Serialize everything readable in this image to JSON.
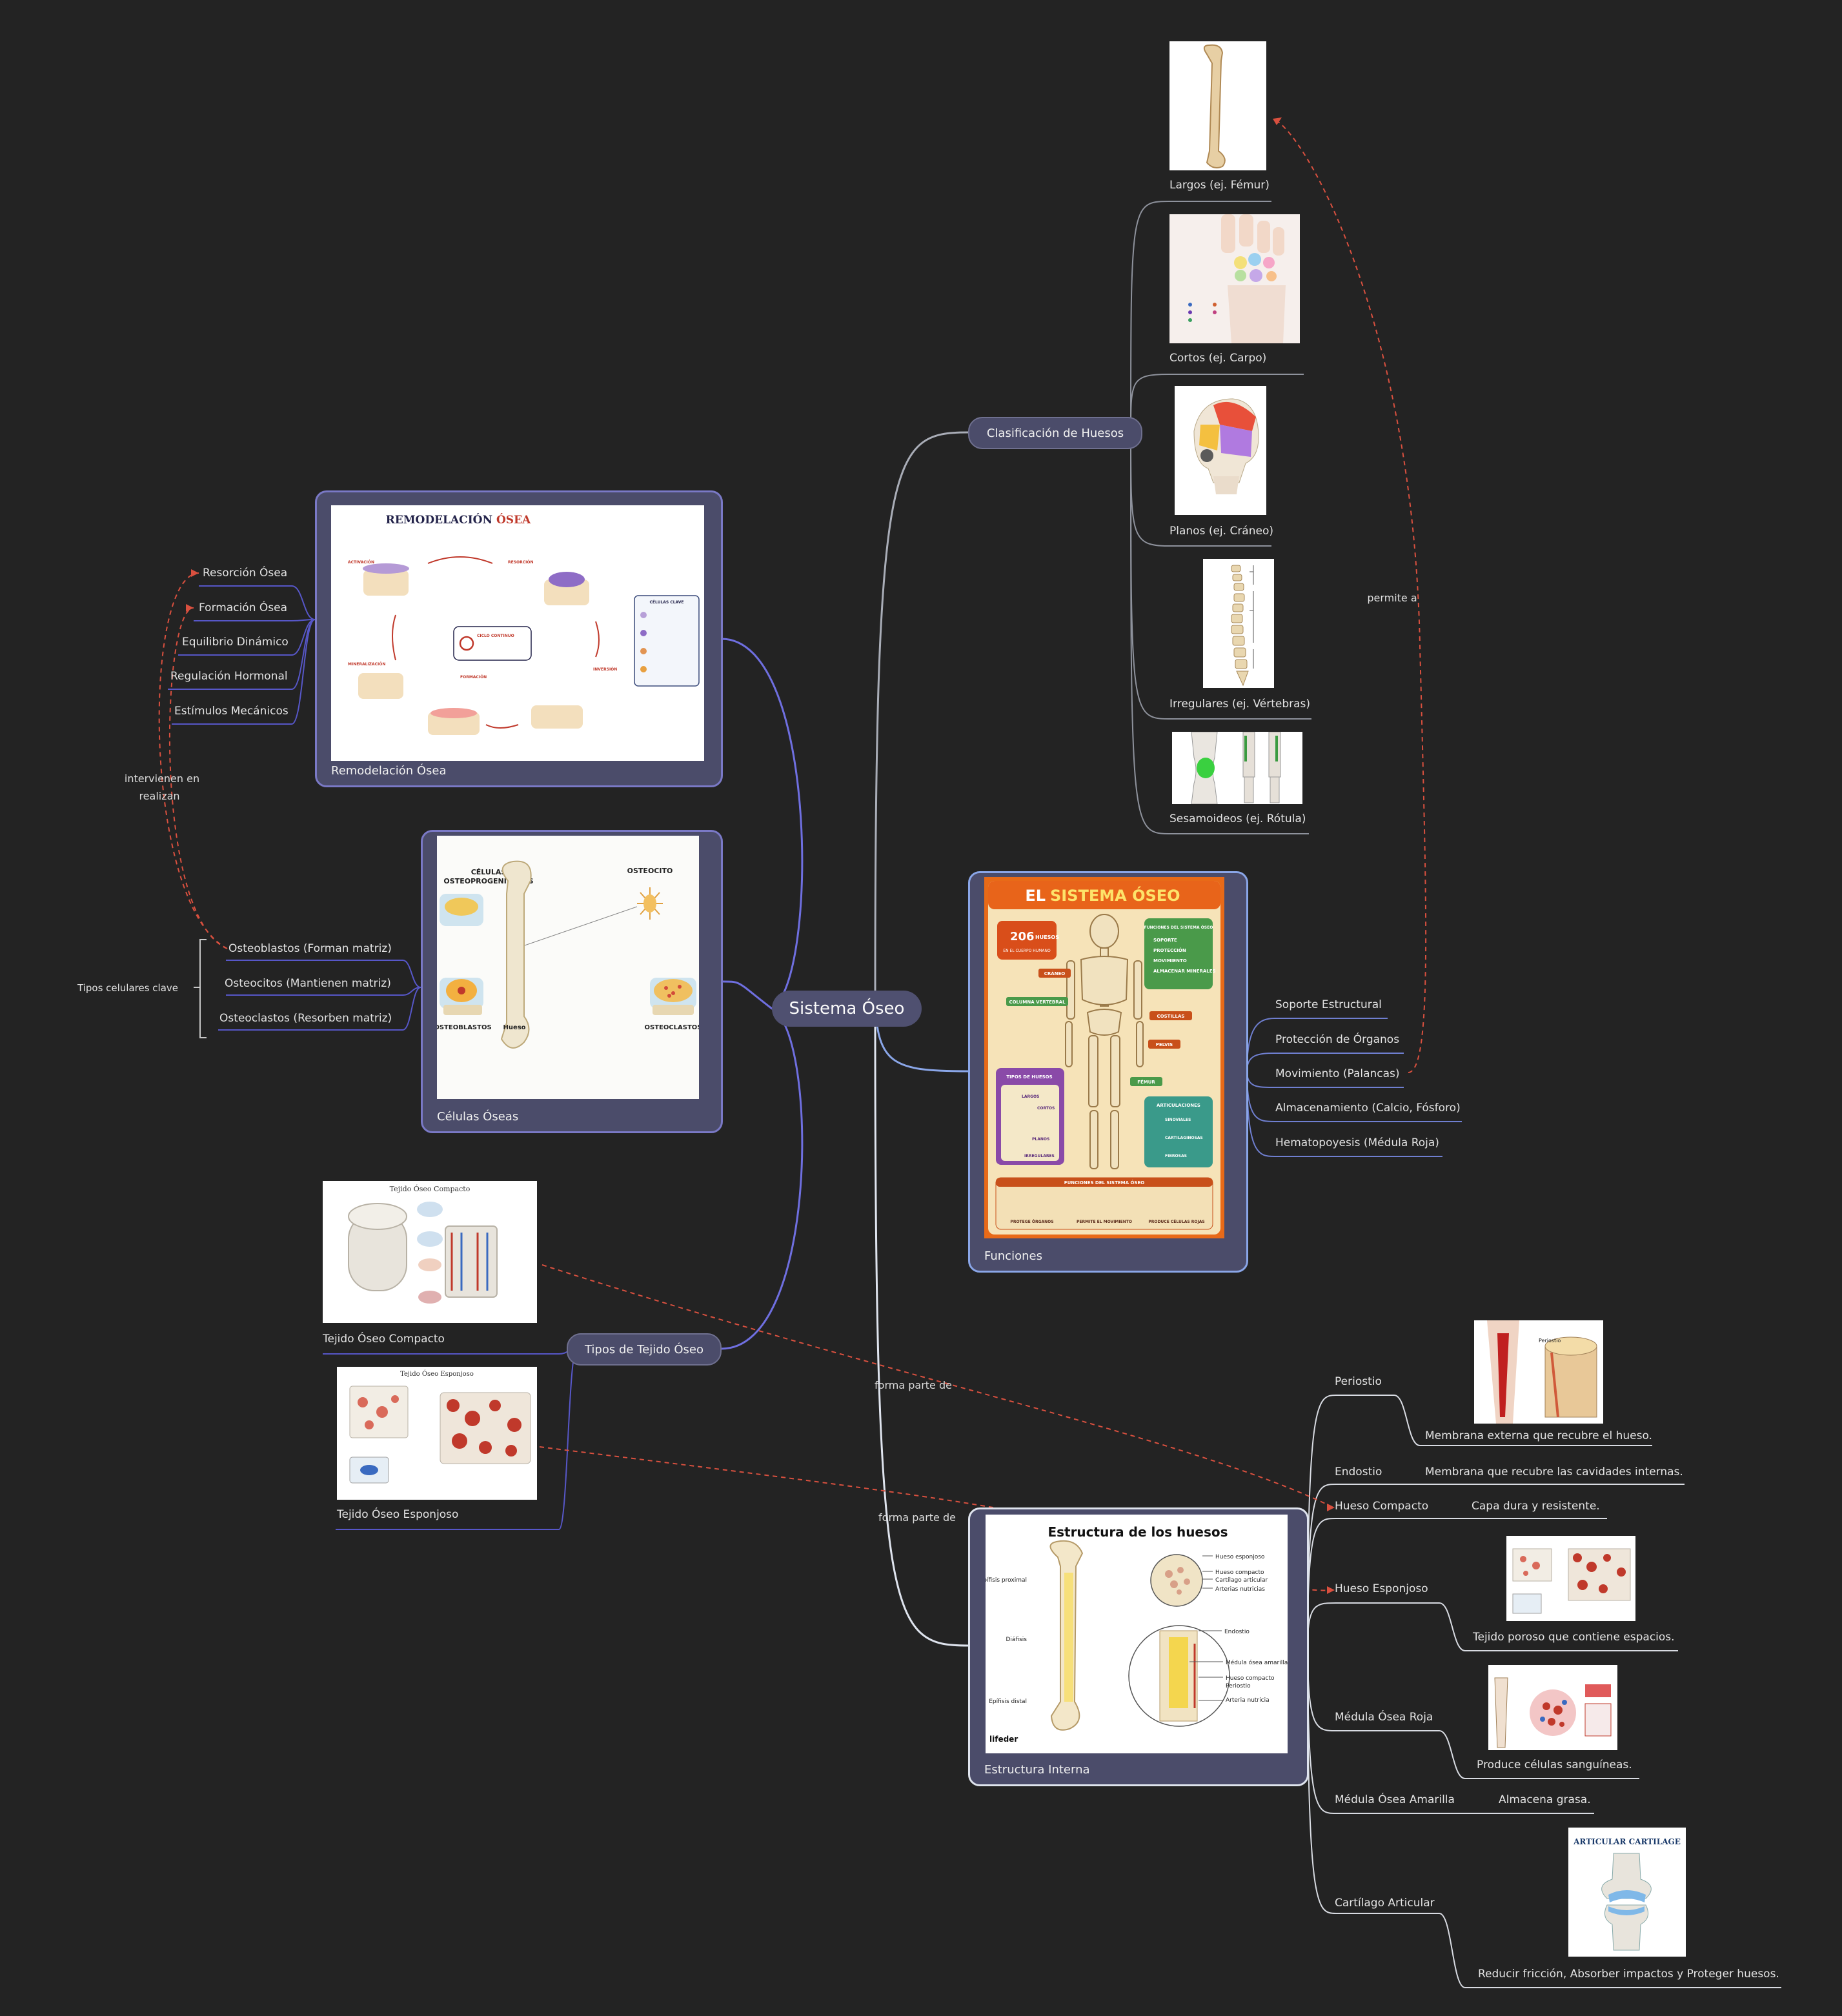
{
  "root": "Sistema Óseo",
  "remodelacion": {
    "title": "Remodelación Ósea",
    "items": [
      "Resorción Ósea",
      "Formación Ósea",
      "Equilibrio Dinámico",
      "Regulación Hormonal",
      "Estímulos Mecánicos"
    ],
    "image": {
      "title_a": "REMODELACIÓN",
      "title_b": "ÓSEA",
      "subtitle": "Proceso continuo en el que el hueso antiguo es reemplazado por hueso nuevo para mantener su resistencia y función.",
      "steps": [
        "ACTIVACIÓN",
        "RESORCIÓN",
        "INVERSIÓN",
        "FORMACIÓN",
        "MINERALIZACIÓN"
      ],
      "cycle": "CICLO CONTINUO",
      "cells_title": "CÉLULAS CLAVE"
    }
  },
  "celulas": {
    "title": "Células Óseas",
    "group_label": "Tipos celulares clave",
    "items": [
      "Osteoblastos (Forman matriz)",
      "Osteocitos (Mantienen matriz)",
      "Osteoclastos (Resorben matriz)"
    ],
    "image": {
      "l1": "CÉLULAS",
      "l2": "OSTEOPROGENITORAS",
      "osteocito": "OSTEOCITO",
      "osteoblastos": "OSTEOBLASTOS",
      "hueso": "Hueso",
      "osteoclastos": "OSTEOCLASTOS"
    }
  },
  "relations": {
    "intervienen": "intervienen en",
    "realizan": "realizan",
    "permite": "permite a",
    "forma1": "forma parte de",
    "forma2": "forma parte de"
  },
  "tejido": {
    "title": "Tipos de Tejido Óseo",
    "compacto": "Tejido Óseo Compacto",
    "esponjoso": "Tejido Óseo Esponjoso",
    "img_compacto_title": "Tejido Óseo Compacto",
    "img_esponjoso_title": "Tejido Óseo Esponjoso"
  },
  "clasificacion": {
    "title": "Clasificación de Huesos",
    "items": [
      "Largos (ej. Fémur)",
      "Cortos (ej. Carpo)",
      "Planos (ej. Cráneo)",
      "Irregulares (ej. Vértebras)",
      "Sesamoideos (ej. Rótula)"
    ]
  },
  "funciones": {
    "title": "Funciones",
    "items": [
      "Soporte Estructural",
      "Protección de Órganos",
      "Movimiento (Palancas)",
      "Almacenamiento (Calcio, Fósforo)",
      "Hematopoyesis (Médula Roja)"
    ],
    "poster": {
      "title_a": "EL",
      "title_b": "SISTEMA ÓSEO",
      "count": "206",
      "count_unit": "HUESOS",
      "count_sub": "EN EL CUERPO HUMANO",
      "fn_title": "FUNCIONES DEL SISTEMA ÓSEO",
      "fn_items": [
        "SOPORTE",
        "PROTECCIÓN",
        "MOVIMIENTO",
        "ALMACENAR MINERALES"
      ],
      "labels": [
        "CRÁNEO",
        "COLUMNA VERTEBRAL",
        "COSTILLAS",
        "PELVIS",
        "FÉMUR"
      ],
      "tipos_title": "TIPOS DE HUESOS",
      "tipos": [
        "LARGOS",
        "CORTOS",
        "PLANOS",
        "IRREGULARES"
      ],
      "artic_title": "ARTICULACIONES",
      "artic": [
        "SINOVIALES",
        "CARTILAGINOSAS",
        "FIBROSAS"
      ],
      "bottom_title": "FUNCIONES DEL SISTEMA ÓSEO",
      "bottom": [
        "PROTEGE ÓRGANOS",
        "PERMITE EL MOVIMIENTO",
        "PRODUCE CÉLULAS ROJAS"
      ]
    }
  },
  "estructura": {
    "title": "Estructura Interna",
    "image": {
      "title": "Estructura de los huesos",
      "labels_left": [
        "Epífisis proximal",
        "Diáfisis",
        "Epífisis distal"
      ],
      "labels_right": [
        "Hueso esponjoso",
        "Hueso compacto",
        "Cartílago articular",
        "Arterias nutricias",
        "Endostio",
        "Médula ósea amarilla",
        "Hueso compacto",
        "Periostio",
        "Arteria nutricia"
      ],
      "brand": "lifeder"
    },
    "items": [
      {
        "name": "Periostio",
        "desc": "Membrana externa que recubre el hueso."
      },
      {
        "name": "Endostio",
        "desc": "Membrana que recubre las cavidades internas."
      },
      {
        "name": "Hueso Compacto",
        "desc": "Capa dura y resistente."
      },
      {
        "name": "Hueso Esponjoso",
        "desc": "Tejido poroso que contiene espacios."
      },
      {
        "name": "Médula Ósea Roja",
        "desc": "Produce células sanguíneas."
      },
      {
        "name": "Médula Ósea Amarilla",
        "desc": "Almacena grasa."
      },
      {
        "name": "Cartílago Articular",
        "desc": "Reducir fricción, Absorber impactos y Proteger huesos."
      }
    ],
    "cartilage_title": "ARTICULAR CARTILAGE",
    "periostio_img_label": "Periostio"
  },
  "colors": {
    "background": "#232323",
    "topic": "#4b4c6a",
    "purple_line": "#6f6fe0",
    "relation": "#d9503f"
  }
}
